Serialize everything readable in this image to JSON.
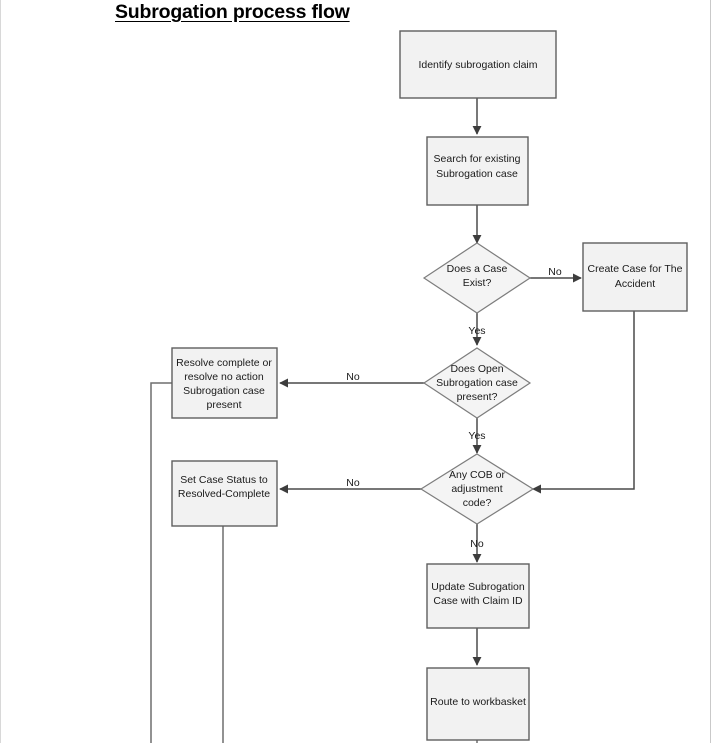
{
  "page": {
    "title": "Subrogation process flow"
  },
  "chart_data": {
    "type": "diagram",
    "title": "Subrogation process flow",
    "nodes": [
      {
        "id": "n1",
        "shape": "process",
        "label": "Identify subrogation claim"
      },
      {
        "id": "n2",
        "shape": "process",
        "label_line1": "Search for existing",
        "label_line2": "Subrogation case"
      },
      {
        "id": "d1",
        "shape": "decision",
        "label_line1": "Does a Case",
        "label_line2": "Exist?"
      },
      {
        "id": "n3",
        "shape": "process",
        "label_line1": "Create Case for The",
        "label_line2": "Accident"
      },
      {
        "id": "d2",
        "shape": "decision",
        "label_line1": "Does Open",
        "label_line2": "Subrogation case",
        "label_line3": "present?"
      },
      {
        "id": "n4",
        "shape": "process",
        "label_line1": "Resolve complete or",
        "label_line2": "resolve no action",
        "label_line3": "Subrogation case",
        "label_line4": "present"
      },
      {
        "id": "d3",
        "shape": "decision",
        "label_line1": "Any COB or",
        "label_line2": "adjustment",
        "label_line3": "code?"
      },
      {
        "id": "n5",
        "shape": "process",
        "label_line1": "Set Case Status to",
        "label_line2": "Resolved-Complete"
      },
      {
        "id": "n6",
        "shape": "process",
        "label_line1": "Update Subrogation",
        "label_line2": "Case with Claim ID"
      },
      {
        "id": "n7",
        "shape": "process",
        "label": "Route to workbasket"
      }
    ],
    "edges": [
      {
        "from": "n1",
        "to": "n2",
        "label": ""
      },
      {
        "from": "n2",
        "to": "d1",
        "label": ""
      },
      {
        "from": "d1",
        "to": "n3",
        "label": "No"
      },
      {
        "from": "d1",
        "to": "d2",
        "label": "Yes"
      },
      {
        "from": "d2",
        "to": "n4",
        "label": "No"
      },
      {
        "from": "d2",
        "to": "d3",
        "label": "Yes"
      },
      {
        "from": "d3",
        "to": "n5",
        "label": "No"
      },
      {
        "from": "d3",
        "to": "n6",
        "label": "No"
      },
      {
        "from": "n3",
        "to": "d3",
        "label": ""
      },
      {
        "from": "n6",
        "to": "n7",
        "label": ""
      }
    ],
    "edge_labels": {
      "d1_no": "No",
      "d1_yes": "Yes",
      "d2_no": "No",
      "d2_yes": "Yes",
      "d3_no_left": "No",
      "d3_no_down": "No"
    },
    "colors": {
      "node_fill": "#f2f2f2",
      "node_stroke": "#5f5f5f",
      "connector": "#4a4a4a",
      "text": "#1a1a1a",
      "background": "#ffffff"
    }
  }
}
